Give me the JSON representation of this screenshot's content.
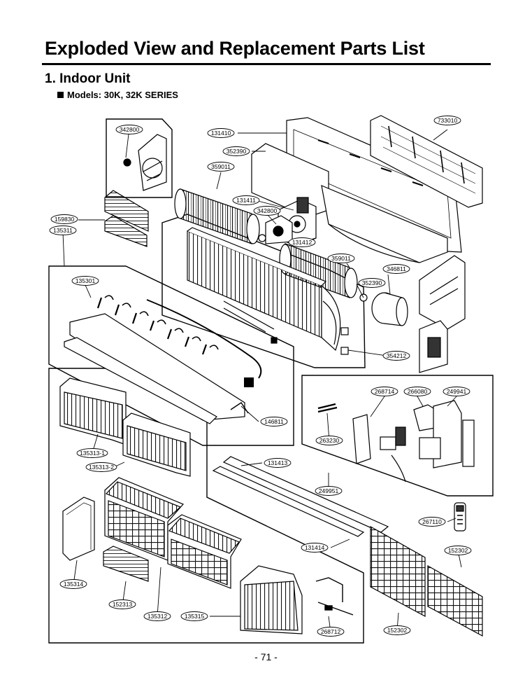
{
  "page": {
    "title": "Exploded View and Replacement Parts List",
    "section": "1. Indoor Unit",
    "models": "Models: 30K, 32K SERIES",
    "page_number": "- 71 -"
  },
  "parts": [
    {
      "id": "p342800a",
      "label": "342800"
    },
    {
      "id": "p131410",
      "label": "131410"
    },
    {
      "id": "p733010",
      "label": "733010"
    },
    {
      "id": "p352390a",
      "label": "352390"
    },
    {
      "id": "p359011a",
      "label": "359011"
    },
    {
      "id": "p131411",
      "label": "131411"
    },
    {
      "id": "p342800b",
      "label": "342800"
    },
    {
      "id": "p159830",
      "label": "159830"
    },
    {
      "id": "p135311",
      "label": "135311"
    },
    {
      "id": "p131412",
      "label": "131412"
    },
    {
      "id": "p359011b",
      "label": "359011"
    },
    {
      "id": "p346811",
      "label": "346811"
    },
    {
      "id": "p352390b",
      "label": "352390"
    },
    {
      "id": "p135301",
      "label": "135301"
    },
    {
      "id": "p354212",
      "label": "354212"
    },
    {
      "id": "p268714",
      "label": "268714"
    },
    {
      "id": "p266080",
      "label": "266080"
    },
    {
      "id": "p249941",
      "label": "249941"
    },
    {
      "id": "p146811",
      "label": "146811"
    },
    {
      "id": "p263230",
      "label": "263230"
    },
    {
      "id": "p135313_1",
      "label": "135313-1"
    },
    {
      "id": "p135313_2",
      "label": "135313-2"
    },
    {
      "id": "p131413",
      "label": "131413"
    },
    {
      "id": "p249951",
      "label": "249951"
    },
    {
      "id": "p267110",
      "label": "267110"
    },
    {
      "id": "p131414",
      "label": "131414"
    },
    {
      "id": "p152302a",
      "label": "152302"
    },
    {
      "id": "p135314",
      "label": "135314"
    },
    {
      "id": "p152313",
      "label": "152313"
    },
    {
      "id": "p135312",
      "label": "135312"
    },
    {
      "id": "p135315",
      "label": "135315"
    },
    {
      "id": "p268712",
      "label": "268712"
    },
    {
      "id": "p152302b",
      "label": "152302"
    }
  ]
}
